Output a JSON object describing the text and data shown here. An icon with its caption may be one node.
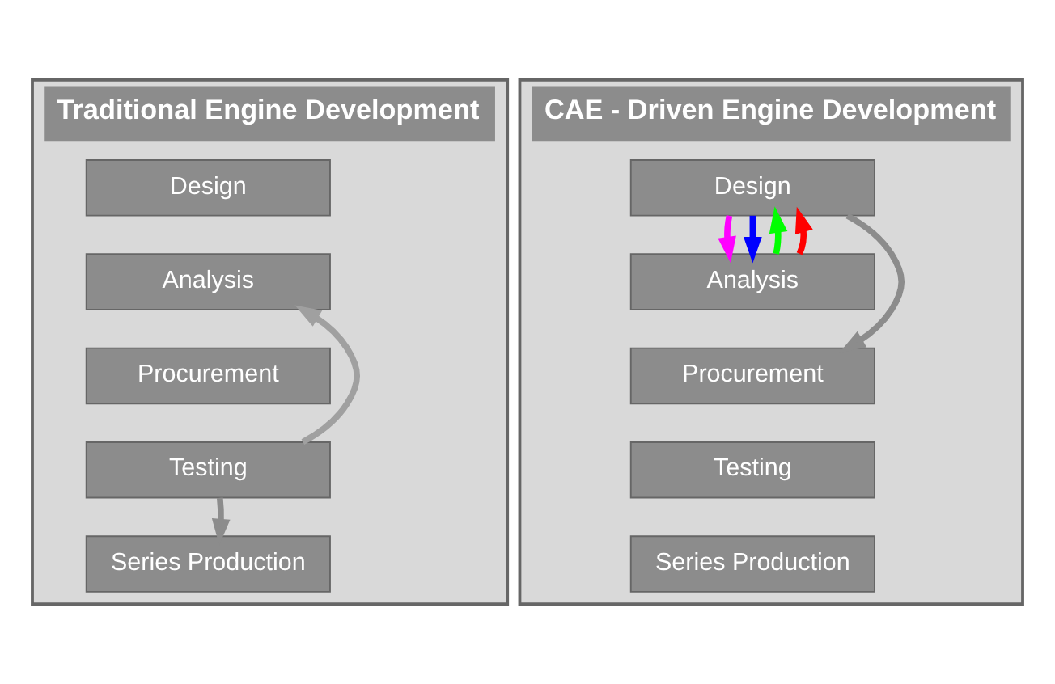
{
  "diagram": {
    "nodes": [
      {
        "text": [
          "Traditional Engine Development"
        ]
      },
      {
        "text": [
          "Design"
        ],
        "in": 0
      },
      {
        "text": [
          "Analysis"
        ],
        "in": 0
      },
      {
        "text": [
          "Procurement"
        ],
        "in": 0
      },
      {
        "text": [
          "Testing"
        ],
        "in": 0
      },
      {
        "text": [
          "Series Production"
        ],
        "in": 0
      },
      {
        "text": [
          "CAE - Driven Engine Development"
        ]
      },
      {
        "text": [
          "Design"
        ],
        "in": 6
      },
      {
        "text": [
          "Analysis"
        ],
        "in": 6
      },
      {
        "text": [
          "Procurement"
        ],
        "in": 6
      },
      {
        "text": [
          "Testing"
        ],
        "in": 6
      },
      {
        "text": [
          "Series Production"
        ],
        "in": 6
      }
    ],
    "edges": [
      {
        "from": 4,
        "to": 2,
        "arrow": "to",
        "color": "#a0a0a0"
      },
      {
        "from": 4,
        "to": 5,
        "arrow": "to",
        "color": "#8c8c8c"
      },
      {
        "from": 7,
        "to": 8,
        "arrow": "to",
        "color": "#ff00ff"
      },
      {
        "from": 7,
        "to": 8,
        "arrow": "to",
        "color": "#0000ff"
      },
      {
        "from": 8,
        "to": 7,
        "arrow": "to",
        "color": "#00ff00"
      },
      {
        "from": 8,
        "to": 7,
        "arrow": "to",
        "color": "#ff0000"
      },
      {
        "from": 7,
        "to": 9,
        "arrow": "to",
        "color": "#8c8c8c"
      }
    ]
  }
}
